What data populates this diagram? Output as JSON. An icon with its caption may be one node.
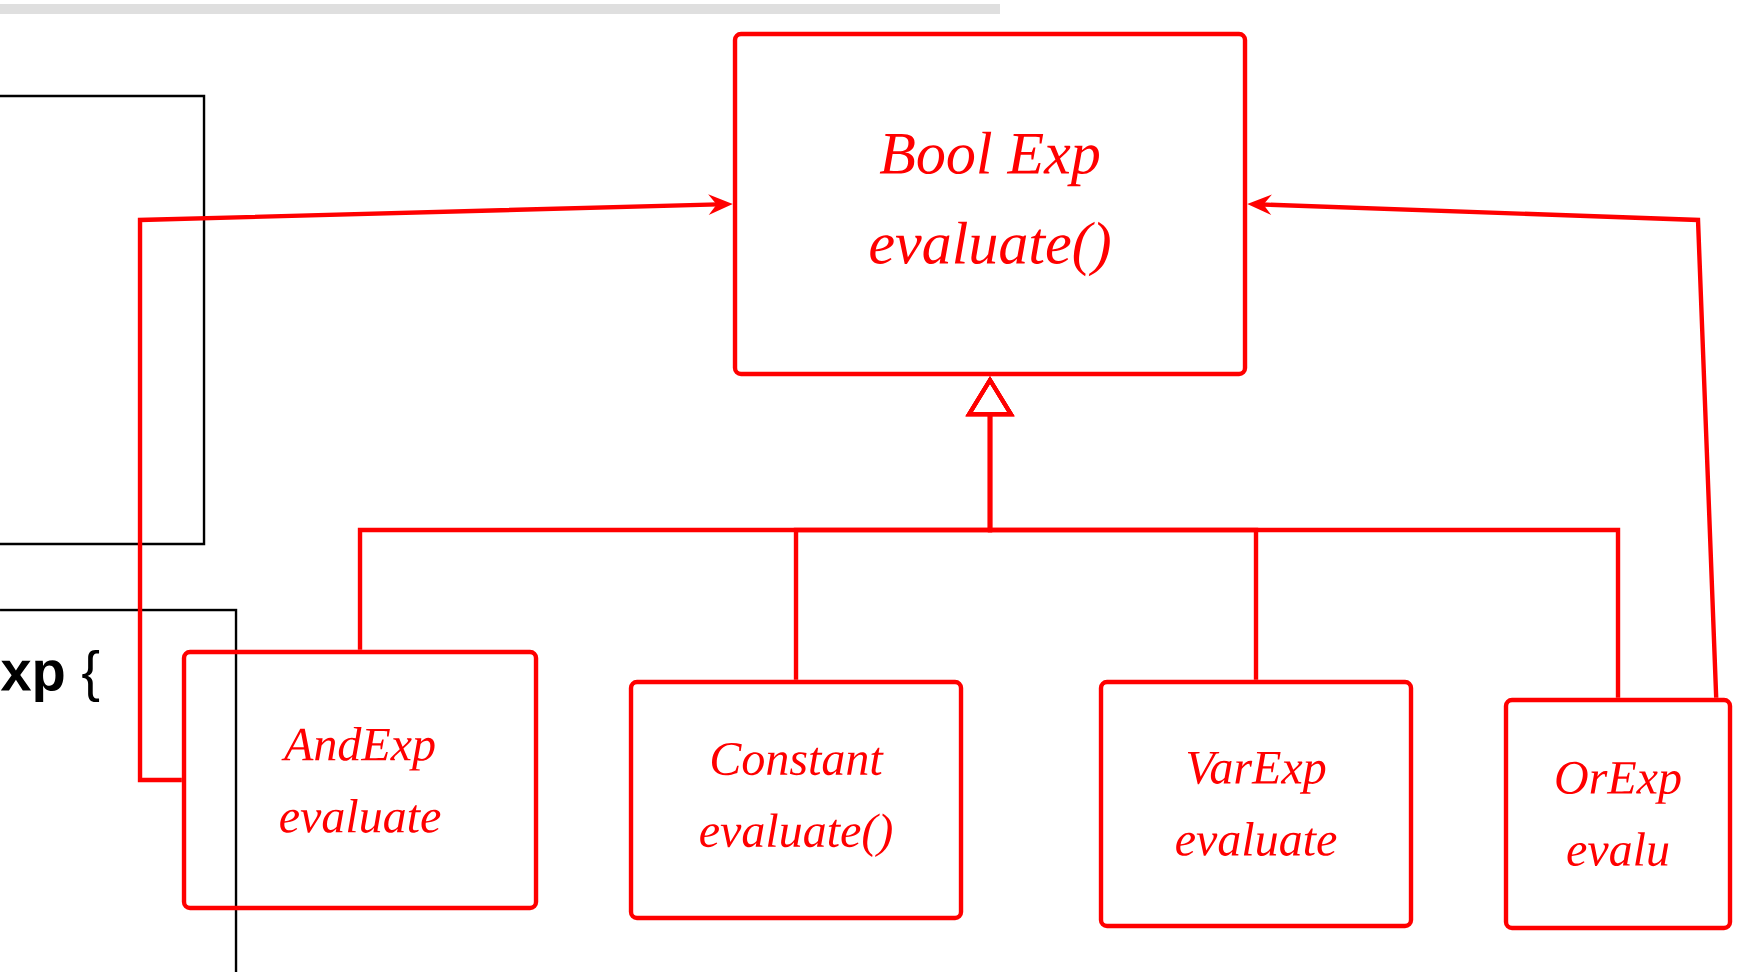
{
  "diagram": {
    "nodes": [
      {
        "text": [
          "Bool Exp",
          "evaluate()"
        ]
      },
      {
        "text": [
          "AndExp",
          "evaluate"
        ]
      },
      {
        "text": [
          "Constant",
          "evaluate()"
        ]
      },
      {
        "text": [
          "VarExp",
          "evaluate"
        ]
      },
      {
        "text": [
          "OrExp",
          "evalu"
        ]
      }
    ],
    "edges": [
      {
        "from": 1,
        "to": 0,
        "arrow": "to"
      },
      {
        "from": 2,
        "to": 0,
        "arrow": "to"
      },
      {
        "from": 3,
        "to": 0,
        "arrow": "to"
      },
      {
        "from": 4,
        "to": 0,
        "arrow": "to"
      },
      {
        "from": 1,
        "to": 0,
        "arrow": "to"
      },
      {
        "from": 4,
        "to": 0,
        "arrow": "to"
      }
    ],
    "labels": [
      "**xp** {"
    ]
  }
}
